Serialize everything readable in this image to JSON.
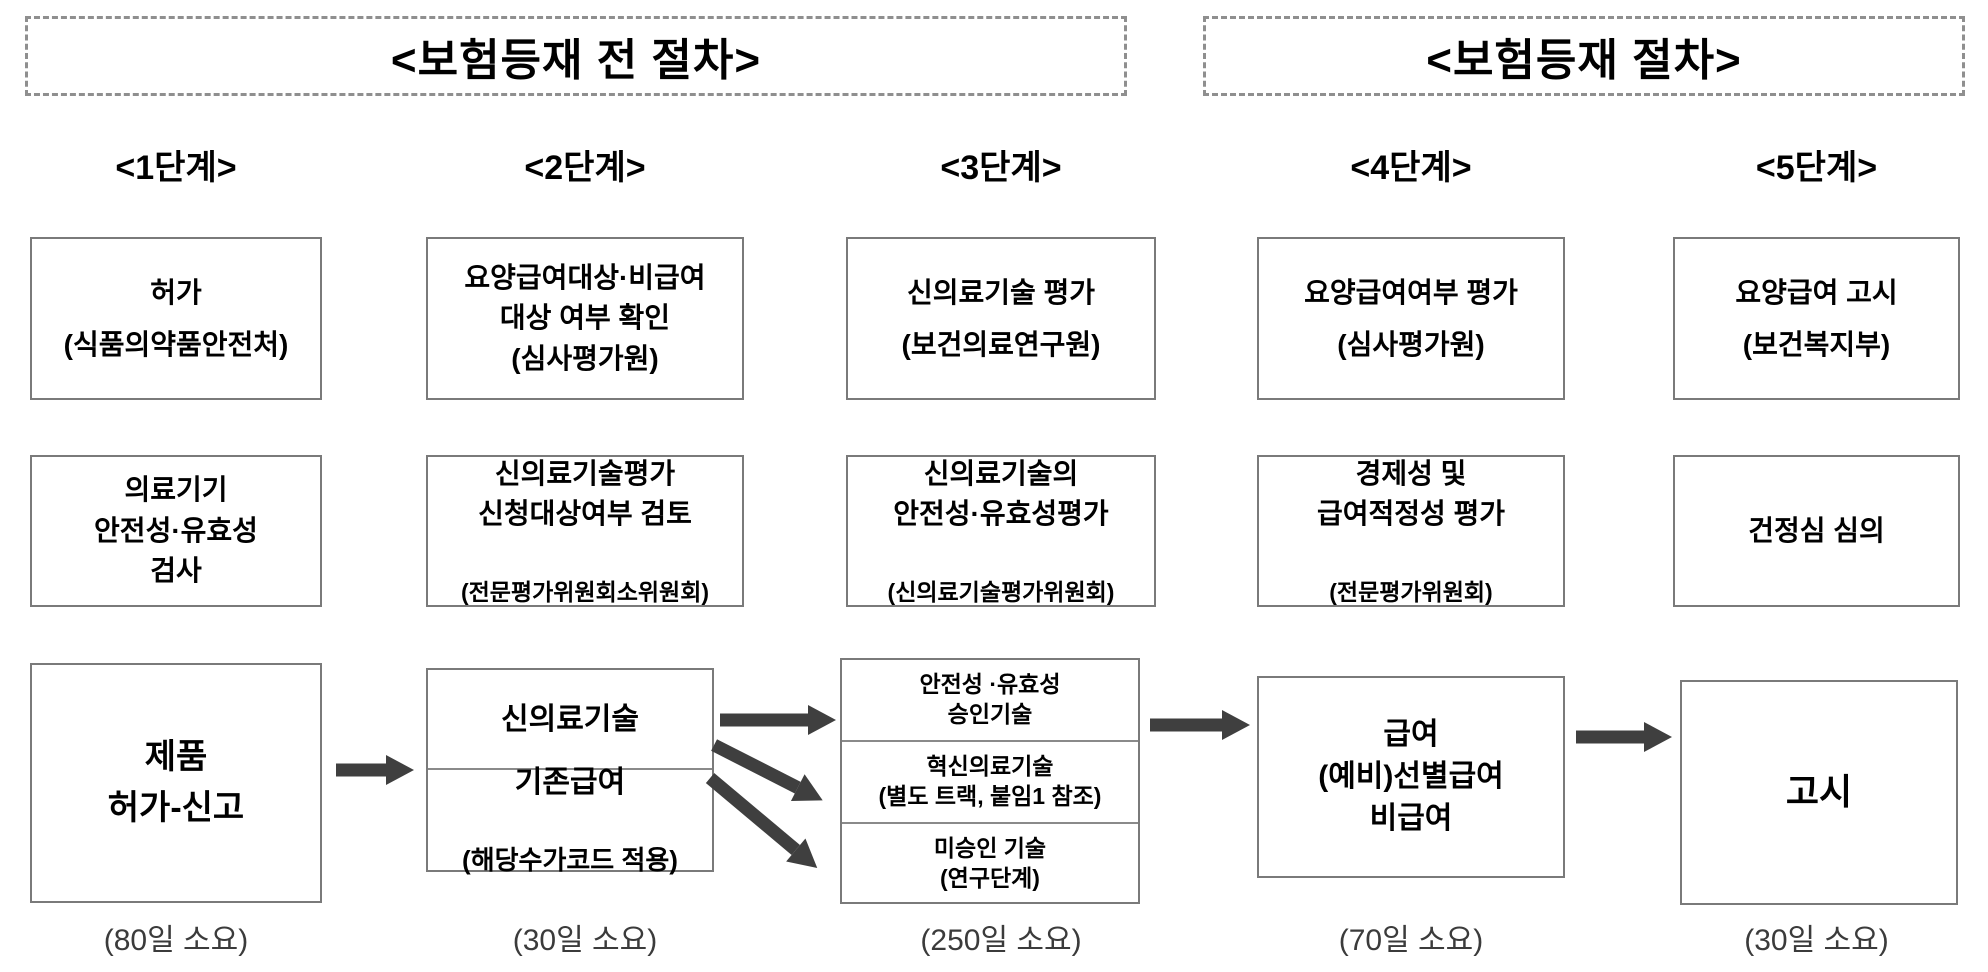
{
  "colors": {
    "box_border": "#7a7a7a",
    "dashed_border": "#8f8f8f",
    "arrow": "#3f3f3f",
    "text": "#000000",
    "duration_text": "#3b3b3b"
  },
  "headers": [
    {
      "label": "<보험등재 전 절차>"
    },
    {
      "label": "<보험등재 절차>"
    }
  ],
  "columns": [
    {
      "stage": "<1단계>",
      "box1": "허가\n(식품의약품안전처)",
      "box2": "의료기기\n안전성·유효성\n검사",
      "box3": "제품\n허가-신고",
      "duration": "(80일 소요)"
    },
    {
      "stage": "<2단계>",
      "box1": "요양급여대상·비급여\n대상 여부 확인\n(심사평가원)",
      "box2": {
        "main": "신의료기술평가\n신청대상여부 검토",
        "sub": "(전문평가위원회소위원회)"
      },
      "box3": {
        "top": "신의료기술",
        "bottom_main": "기존급여",
        "bottom_sub": "(해당수가코드 적용)"
      },
      "duration": "(30일 소요)"
    },
    {
      "stage": "<3단계>",
      "box1": "신의료기술 평가\n(보건의료연구원)",
      "box2": {
        "main": "신의료기술의\n안전성·유효성평가",
        "sub": "(신의료기술평가위원회)"
      },
      "box3": {
        "cells": [
          "안전성 ·유효성\n승인기술",
          "혁신의료기술\n(별도 트랙, 붙임1 참조)",
          "미승인 기술\n(연구단계)"
        ]
      },
      "duration": "(250일 소요)"
    },
    {
      "stage": "<4단계>",
      "box1": "요양급여여부 평가\n(심사평가원)",
      "box2": {
        "main": "경제성 및\n급여적정성 평가",
        "sub": "(전문평가위원회)"
      },
      "box3": "급여\n(예비)선별급여\n비급여",
      "duration": "(70일 소요)"
    },
    {
      "stage": "<5단계>",
      "box1": "요양급여 고시\n(보건복지부)",
      "box2": "건정심 심의",
      "box3": "고시",
      "duration": "(30일 소요)"
    }
  ]
}
